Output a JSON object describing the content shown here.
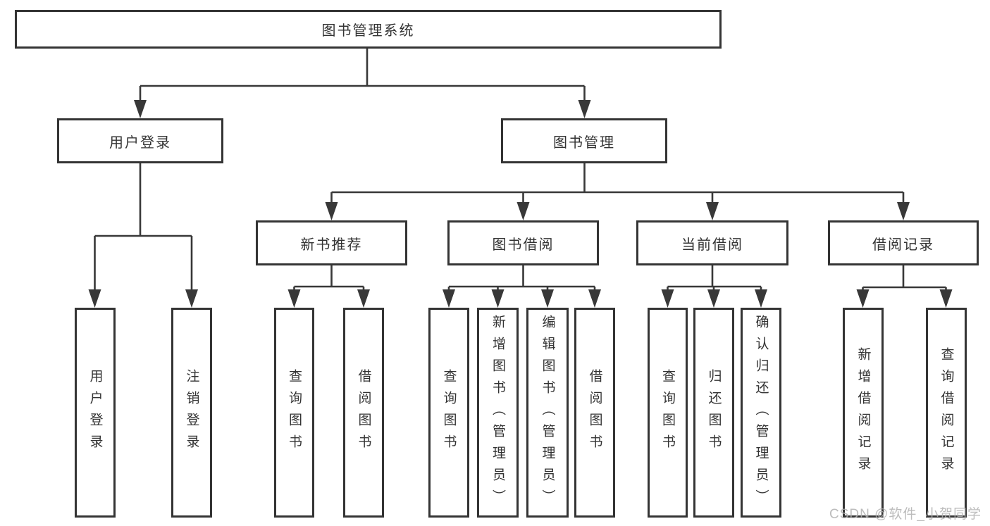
{
  "diagram": {
    "root": {
      "label": "图书管理系统",
      "children": [
        {
          "label": "用户登录",
          "children": [
            {
              "label": "用户登录"
            },
            {
              "label": "注销登录"
            }
          ]
        },
        {
          "label": "图书管理",
          "children": [
            {
              "label": "新书推荐",
              "children": [
                {
                  "label": "查询图书"
                },
                {
                  "label": "借阅图书"
                }
              ]
            },
            {
              "label": "图书借阅",
              "children": [
                {
                  "label": "查询图书"
                },
                {
                  "label": "新增图书（管理员）"
                },
                {
                  "label": "编辑图书（管理员）"
                },
                {
                  "label": "借阅图书"
                }
              ]
            },
            {
              "label": "当前借阅",
              "children": [
                {
                  "label": "查询图书"
                },
                {
                  "label": "归还图书"
                },
                {
                  "label": "确认归还（管理员）"
                }
              ]
            },
            {
              "label": "借阅记录",
              "children": [
                {
                  "label": "新增借阅记录"
                },
                {
                  "label": "查询借阅记录"
                }
              ]
            }
          ]
        }
      ]
    },
    "colors": {
      "line": "#383838",
      "box_border": "#343434",
      "text": "#333333",
      "background": "#ffffff",
      "watermark": "#b0b0b0"
    }
  },
  "watermark": {
    "text": "CSDN @软件_小贺同学"
  }
}
